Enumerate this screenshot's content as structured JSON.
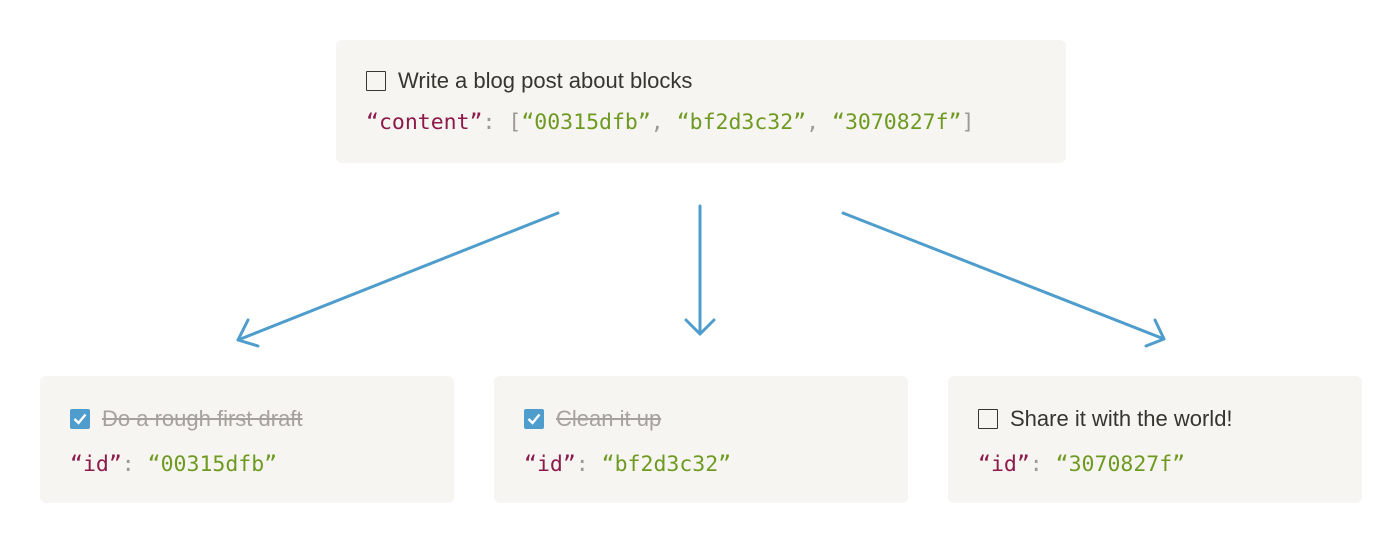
{
  "parent_block": {
    "title": "Write a blog post about blocks",
    "checked": false,
    "content_key": "“content”",
    "content_ids": [
      "“00315dfb”",
      "“bf2d3c32”",
      "“3070827f”"
    ]
  },
  "child_blocks": [
    {
      "title": "Do a rough first draft",
      "checked": true,
      "id_key": "“id”",
      "id_value": "“00315dfb”"
    },
    {
      "title": "Clean it up",
      "checked": true,
      "id_key": "“id”",
      "id_value": "“bf2d3c32”"
    },
    {
      "title": "Share it with the world!",
      "checked": false,
      "id_key": "“id”",
      "id_value": "“3070827f”"
    }
  ],
  "colors": {
    "card_bg": "#f7f5f1",
    "arrow": "#4e9dcd",
    "json_key": "#8c1a4b",
    "json_string": "#6e9a22",
    "json_punct": "#9b9a97",
    "text": "#37352f",
    "done_text": "#a5a29d",
    "checkbox_checked": "#4e9dcd"
  }
}
